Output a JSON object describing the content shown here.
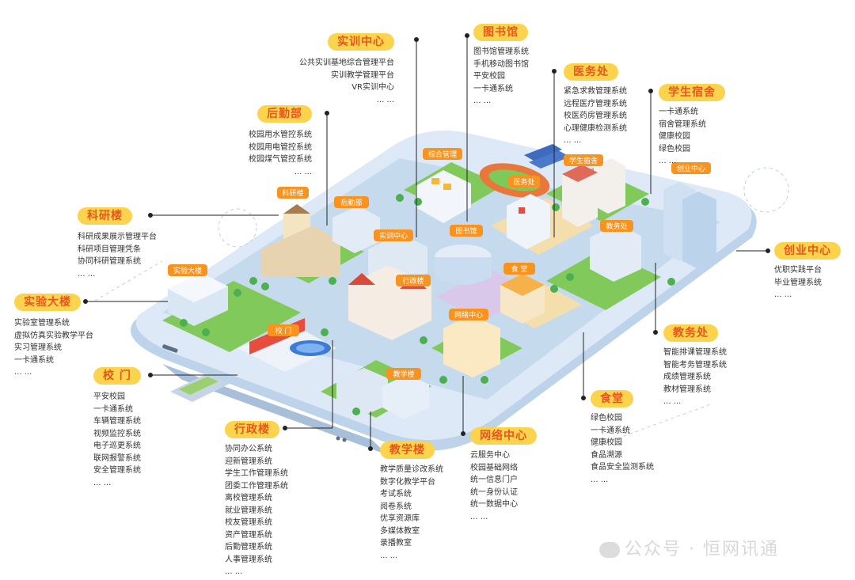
{
  "callouts": [
    {
      "id": "shixun",
      "title": "实训中心",
      "items": [
        "公共实训基地综合管理平台",
        "实训教学管理平台",
        "VR实训中心",
        "... ..."
      ]
    },
    {
      "id": "tushuguan",
      "title": "图书馆",
      "items": [
        "图书馆管理系统",
        "手机移动图书馆",
        "平安校园",
        "一卡通系统",
        "... ..."
      ]
    },
    {
      "id": "yiwuchu",
      "title": "医务处",
      "items": [
        "紧急求救管理系统",
        "远程医疗管理系统",
        "校医药房管理系统",
        "心理健康检测系统",
        "... ..."
      ]
    },
    {
      "id": "sushe",
      "title": "学生宿舍",
      "items": [
        "一卡通系统",
        "宿舍管理系统",
        "健康校园",
        "绿色校园",
        "... ..."
      ]
    },
    {
      "id": "houqin",
      "title": "后勤部",
      "items": [
        "校园用水管控系统",
        "校园用电管控系统",
        "校园煤气管控系统",
        "... ..."
      ]
    },
    {
      "id": "keyan",
      "title": "科研楼",
      "items": [
        "科研成果展示管理平台",
        "科研项目管理凭条",
        "协同科研管理系统",
        "... ..."
      ]
    },
    {
      "id": "chuangye",
      "title": "创业中心",
      "items": [
        "优职实践平台",
        "毕业管理系统",
        "... ..."
      ]
    },
    {
      "id": "shiyan",
      "title": "实验大楼",
      "items": [
        "实验室管理系统",
        "虚拟仿真实验教学平台",
        "实习管理系统",
        "一卡通系统",
        "... ..."
      ]
    },
    {
      "id": "jiaowu",
      "title": "教务处",
      "items": [
        "智能排课管理系统",
        "智能考务管理系统",
        "成绩管理系统",
        "教材管理系统",
        "... ..."
      ]
    },
    {
      "id": "xiaomen",
      "title": "校 门",
      "items": [
        "平安校园",
        "一卡通系统",
        "车辆管理系统",
        "视频监控系统",
        "电子巡更系统",
        "联网报警系统",
        "安全管理系统",
        "... ..."
      ]
    },
    {
      "id": "shitang",
      "title": "食堂",
      "items": [
        "绿色校园",
        "一卡通系统",
        "健康校园",
        "食品溯源",
        "食品安全监测系统",
        "... ..."
      ]
    },
    {
      "id": "xingzheng",
      "title": "行政楼",
      "items": [
        "协同办公系统",
        "迎新管理系统",
        "学生工作管理系统",
        "团委工作管理系统",
        "离校管理系统",
        "就业管理系统",
        "校友管理系统",
        "资产管理系统",
        "后勤管理系统",
        "人事管理系统",
        "... ..."
      ]
    },
    {
      "id": "jiaoxue",
      "title": "教学楼",
      "items": [
        "教学质量诊改系统",
        "数字化教学平台",
        "考试系统",
        "阅卷系统",
        "优享资源库",
        "多媒体教室",
        "录播教室",
        "... ..."
      ]
    },
    {
      "id": "wangluo",
      "title": "网络中心",
      "items": [
        "云服务中心",
        "校园基础网络",
        "统一信息门户",
        "统一身份认证",
        "统一数据中心",
        "... ..."
      ]
    }
  ],
  "map_labels": {
    "zonghe": "综合管理",
    "yiwu": "医务处",
    "sushe": "学生宿舍",
    "chuangye": "创业中心",
    "keyan": "科研楼",
    "houqin": "后勤部",
    "shixun": "实训中心",
    "tushuguan": "图书馆",
    "jiaowu": "教务处",
    "shiyan": "实验大楼",
    "xingzheng": "行政楼",
    "shitang": "食 堂",
    "wangluo": "网络中心",
    "xiaomen": "校 门",
    "jiaoxue": "教学楼"
  },
  "watermark": "公众号 · 恒网讯通",
  "colors": {
    "accent": "#f7931e",
    "tag_bg": "#fcd34d",
    "tag_text": "#e8561f",
    "platform": "#d7e6f5",
    "grass": "#7fc65a",
    "road": "#c9dced",
    "sand": "#f4deab"
  }
}
